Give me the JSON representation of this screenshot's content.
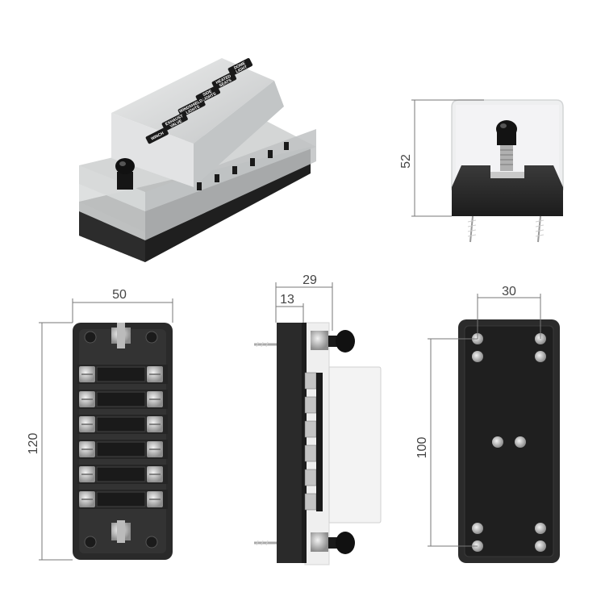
{
  "dimensions": {
    "height_side": "52",
    "width_front": "50",
    "height_front": "120",
    "depth_total": "29",
    "depth_base": "13",
    "mount_spacing_horizontal": "30",
    "mount_spacing_vertical": "100"
  },
  "cover_labels": {
    "circuit_1": [
      "DOME",
      "LIGHT"
    ],
    "circuit_2": [
      "HEATED",
      "SEATS"
    ],
    "circuit_3": [
      "SIDE",
      "LIGHTS"
    ],
    "circuit_4": [
      "WINDSHIELD",
      "LIGHTS"
    ],
    "circuit_5": [
      "EXHAUST",
      "VALVE"
    ],
    "circuit_6": [
      "WINCH"
    ]
  },
  "colors": {
    "body": "#2e2e2e",
    "cover": "#d9dadb",
    "metal": "#b8b8b8",
    "dimension_line": "#666666"
  }
}
